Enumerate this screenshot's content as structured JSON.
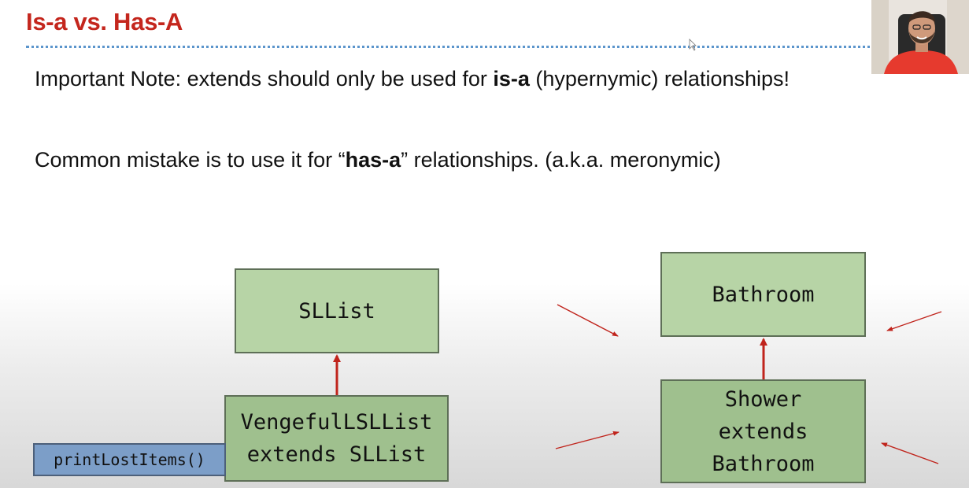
{
  "slide": {
    "title": "Is-a vs. Has-A",
    "note": {
      "prefix": "Important Note: extends should only be used for ",
      "bold": "is-a",
      "suffix": " (hypernymic) relationships!"
    },
    "mistake": {
      "prefix": "Common mistake is to use it for “",
      "bold": "has-a",
      "suffix": "” relationships. (a.k.a. meronymic)"
    }
  },
  "diagram_left": {
    "parent": "SLList",
    "child": "VengefulLSLList\nextends SLList",
    "method": "printLostItems()"
  },
  "diagram_right": {
    "parent": "Bathroom",
    "child": "Shower\nextends\nBathroom"
  },
  "colors": {
    "title": "#c4261d",
    "box_fill": "#b7d4a6",
    "method_fill": "#7c9ec8",
    "arrow": "#c0241c"
  },
  "webcam": {
    "icon": "presenter-webcam"
  }
}
